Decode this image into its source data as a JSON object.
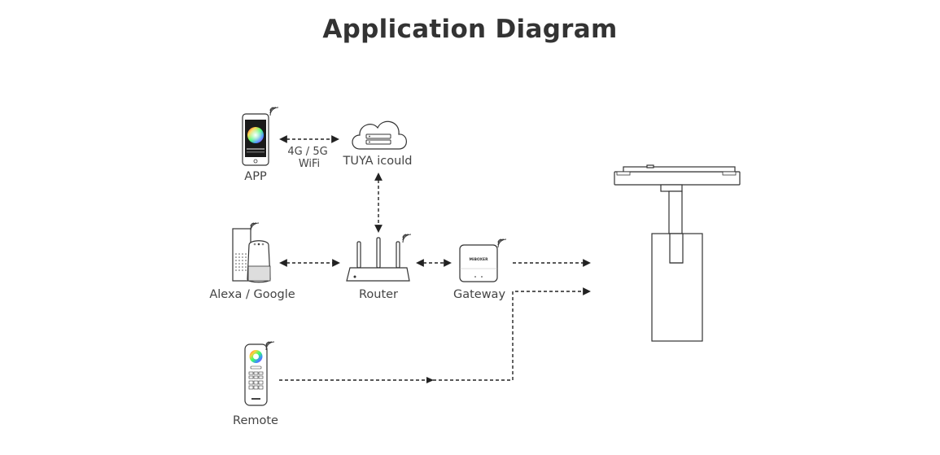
{
  "title": "Application Diagram",
  "nodes": {
    "app": {
      "label": "APP",
      "icon": "smartphone-icon"
    },
    "cloud": {
      "label": "TUYA icould",
      "icon": "cloud-server-icon"
    },
    "network": {
      "line1": "4G / 5G",
      "line2": "WiFi"
    },
    "voice": {
      "label": "Alexa / Google",
      "icon": "smart-speaker-icon"
    },
    "router": {
      "label": "Router",
      "icon": "router-icon"
    },
    "gateway": {
      "label": "Gateway",
      "icon": "gateway-icon",
      "brand": "MiBOXER"
    },
    "remote": {
      "label": "Remote",
      "icon": "remote-control-icon"
    },
    "light": {
      "icon": "track-spotlight-icon"
    }
  }
}
